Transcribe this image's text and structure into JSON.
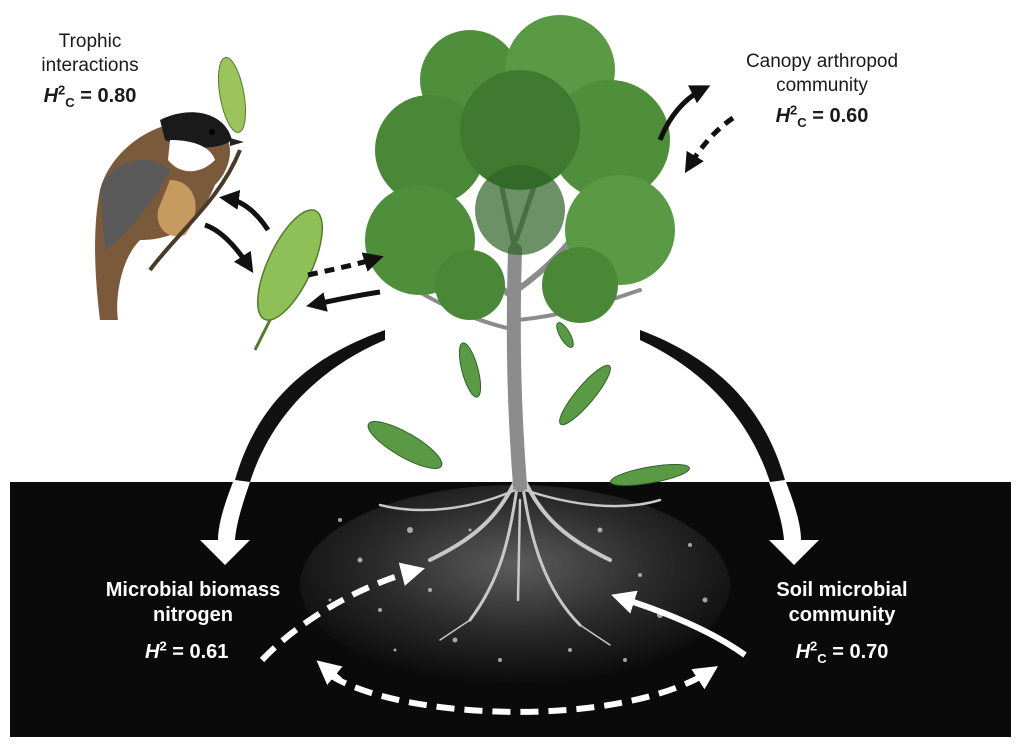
{
  "labels": {
    "trophic": {
      "title_line1": "Trophic",
      "title_line2": "interactions",
      "h_symbol": "H",
      "h_sup": "2",
      "h_sub": "C",
      "h_value": "= 0.80"
    },
    "canopy": {
      "title_line1": "Canopy arthropod",
      "title_line2": "community",
      "h_symbol": "H",
      "h_sup": "2",
      "h_sub": "C",
      "h_value": "= 0.60"
    },
    "microbial_biomass": {
      "title_line1": "Microbial biomass",
      "title_line2": "nitrogen",
      "h_symbol": "H",
      "h_sup": "2",
      "h_value": "= 0.61"
    },
    "soil_microbial": {
      "title_line1": "Soil microbial",
      "title_line2": "community",
      "h_symbol": "H",
      "h_sup": "2",
      "h_sub": "C",
      "h_value": "= 0.70"
    }
  },
  "colors": {
    "soil": "#0a0a0a",
    "foliage": "#4f8f3c",
    "foliage_dark": "#2f6226",
    "trunk": "#8c8c8c",
    "arrow_dark": "#111111",
    "arrow_light": "#ffffff"
  }
}
